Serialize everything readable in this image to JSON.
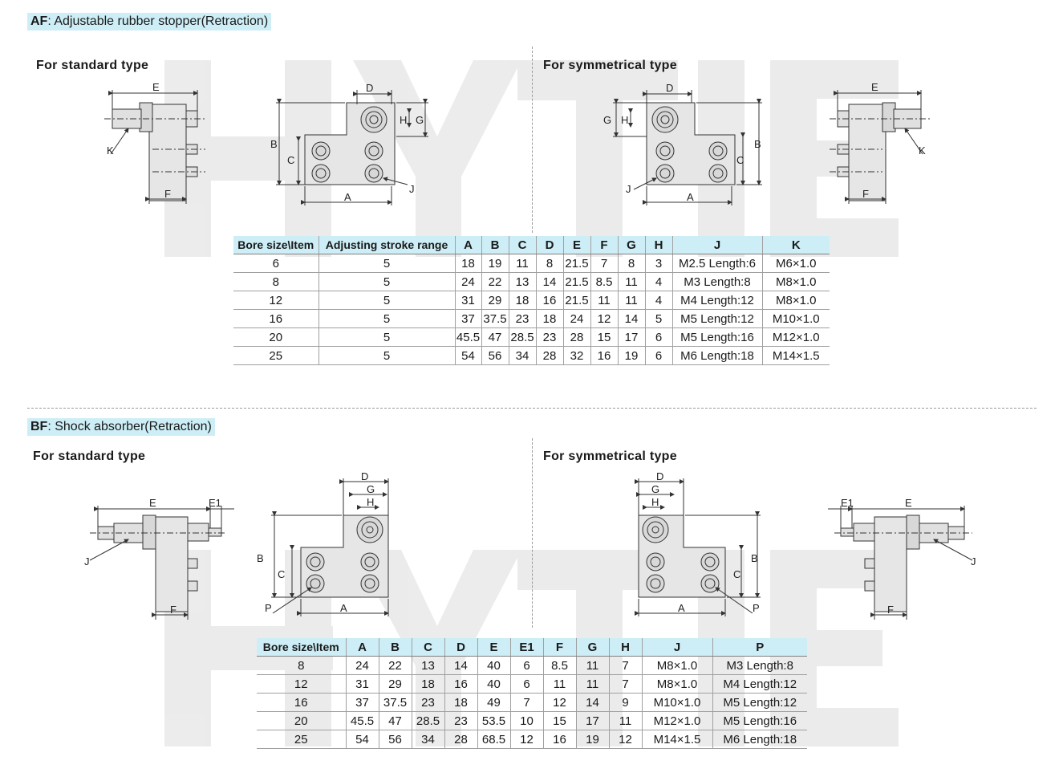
{
  "watermark": "HYTIE",
  "af": {
    "code": "AF",
    "title": ": Adjustable rubber stopper",
    "title_suffix": "(Retraction)",
    "standard_label": "For standard type",
    "symmetrical_label": "For symmetrical type",
    "dims": {
      "A": "A",
      "B": "B",
      "C": "C",
      "D": "D",
      "E": "E",
      "F": "F",
      "G": "G",
      "H": "H",
      "J": "J",
      "K": "K"
    },
    "table": {
      "headers": [
        "Bore size\\Item",
        "Adjusting stroke range",
        "A",
        "B",
        "C",
        "D",
        "E",
        "F",
        "G",
        "H",
        "J",
        "K"
      ],
      "rows": [
        [
          "6",
          "5",
          "18",
          "19",
          "11",
          "8",
          "21.5",
          "7",
          "8",
          "3",
          "M2.5 Length:6",
          "M6×1.0"
        ],
        [
          "8",
          "5",
          "24",
          "22",
          "13",
          "14",
          "21.5",
          "8.5",
          "11",
          "4",
          "M3 Length:8",
          "M8×1.0"
        ],
        [
          "12",
          "5",
          "31",
          "29",
          "18",
          "16",
          "21.5",
          "11",
          "11",
          "4",
          "M4 Length:12",
          "M8×1.0"
        ],
        [
          "16",
          "5",
          "37",
          "37.5",
          "23",
          "18",
          "24",
          "12",
          "14",
          "5",
          "M5 Length:12",
          "M10×1.0"
        ],
        [
          "20",
          "5",
          "45.5",
          "47",
          "28.5",
          "23",
          "28",
          "15",
          "17",
          "6",
          "M5 Length:16",
          "M12×1.0"
        ],
        [
          "25",
          "5",
          "54",
          "56",
          "34",
          "28",
          "32",
          "16",
          "19",
          "6",
          "M6 Length:18",
          "M14×1.5"
        ]
      ]
    }
  },
  "bf": {
    "code": "BF",
    "title": ": Shock absorber",
    "title_suffix": "(Retraction)",
    "standard_label": "For standard type",
    "symmetrical_label": "For symmetrical type",
    "dims": {
      "A": "A",
      "B": "B",
      "C": "C",
      "D": "D",
      "E": "E",
      "E1": "E1",
      "F": "F",
      "G": "G",
      "H": "H",
      "J": "J",
      "P": "P"
    },
    "table": {
      "headers": [
        "Bore size\\Item",
        "A",
        "B",
        "C",
        "D",
        "E",
        "E1",
        "F",
        "G",
        "H",
        "J",
        "P"
      ],
      "rows": [
        [
          "8",
          "24",
          "22",
          "13",
          "14",
          "40",
          "6",
          "8.5",
          "11",
          "7",
          "M8×1.0",
          "M3 Length:8"
        ],
        [
          "12",
          "31",
          "29",
          "18",
          "16",
          "40",
          "6",
          "11",
          "11",
          "7",
          "M8×1.0",
          "M4 Length:12"
        ],
        [
          "16",
          "37",
          "37.5",
          "23",
          "18",
          "49",
          "7",
          "12",
          "14",
          "9",
          "M10×1.0",
          "M5 Length:12"
        ],
        [
          "20",
          "45.5",
          "47",
          "28.5",
          "23",
          "53.5",
          "10",
          "15",
          "17",
          "11",
          "M12×1.0",
          "M5 Length:16"
        ],
        [
          "25",
          "54",
          "56",
          "34",
          "28",
          "68.5",
          "12",
          "16",
          "19",
          "12",
          "M14×1.5",
          "M6 Length:18"
        ]
      ]
    }
  }
}
